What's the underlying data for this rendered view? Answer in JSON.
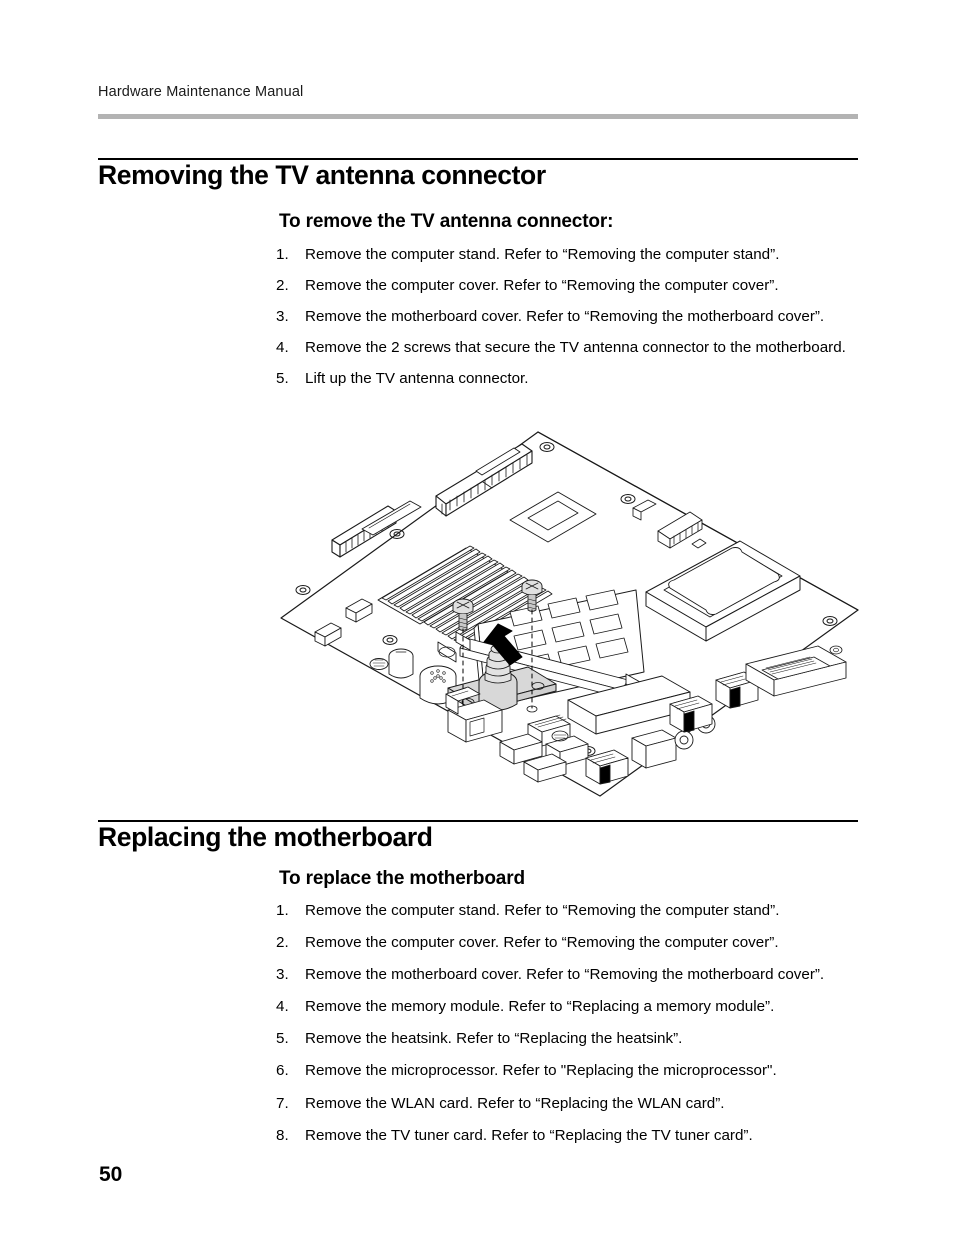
{
  "header": {
    "running_title": "Hardware Maintenance Manual"
  },
  "sections": [
    {
      "title": "Removing the TV antenna connector",
      "subtitle": "To remove the TV antenna connector:",
      "steps": [
        {
          "num": "1.",
          "text": "Remove the computer stand. Refer to “Removing the computer stand”."
        },
        {
          "num": "2.",
          "text": "Remove the computer cover. Refer to “Removing the computer cover”."
        },
        {
          "num": "3.",
          "text": "Remove the motherboard cover. Refer to “Removing the motherboard cover”."
        },
        {
          "num": "4.",
          "text": "Remove the 2 screws that secure the TV antenna connector to the motherboard."
        },
        {
          "num": "5.",
          "text": "Lift up the TV antenna connector."
        }
      ]
    },
    {
      "title": "Replacing the motherboard",
      "subtitle": "To replace the motherboard",
      "steps": [
        {
          "num": "1.",
          "text": "Remove the computer stand. Refer to “Removing the computer stand”."
        },
        {
          "num": "2.",
          "text": "Remove the computer cover. Refer to “Removing the computer cover”."
        },
        {
          "num": "3.",
          "text": "Remove the motherboard cover. Refer to “Removing the motherboard cover”."
        },
        {
          "num": "4.",
          "text": "Remove the memory module. Refer to “Replacing a memory module”."
        },
        {
          "num": "5.",
          "text": "Remove the heatsink. Refer to “Replacing the heatsink”."
        },
        {
          "num": "6.",
          "text": "Remove the microprocessor. Refer to \"Replacing the microprocessor\"."
        },
        {
          "num": "7.",
          "text": "Remove the WLAN card. Refer to “Replacing the WLAN card”."
        },
        {
          "num": "8.",
          "text": "Remove the TV tuner card. Refer to “Replacing the TV tuner card”."
        }
      ]
    }
  ],
  "figure": {
    "caption": "Isometric line drawing of the motherboard showing the TV antenna connector secured by 2 screws, with an arrow indicating the lift-up direction",
    "parts": [
      "motherboard-pcb",
      "heatsink",
      "memory-module",
      "microprocessor-socket",
      "tv-antenna-connector",
      "antenna-screw-1",
      "antenna-screw-2",
      "lift-arrow",
      "io-ports",
      "pin-headers",
      "capacitors"
    ]
  },
  "footer": {
    "page_number": "50"
  },
  "colors": {
    "header_rule": "#b3b3b3",
    "section_rule": "#000000",
    "text": "#000000",
    "figure_line": "#1a1a1a",
    "figure_shade": "#d8d8d8"
  }
}
